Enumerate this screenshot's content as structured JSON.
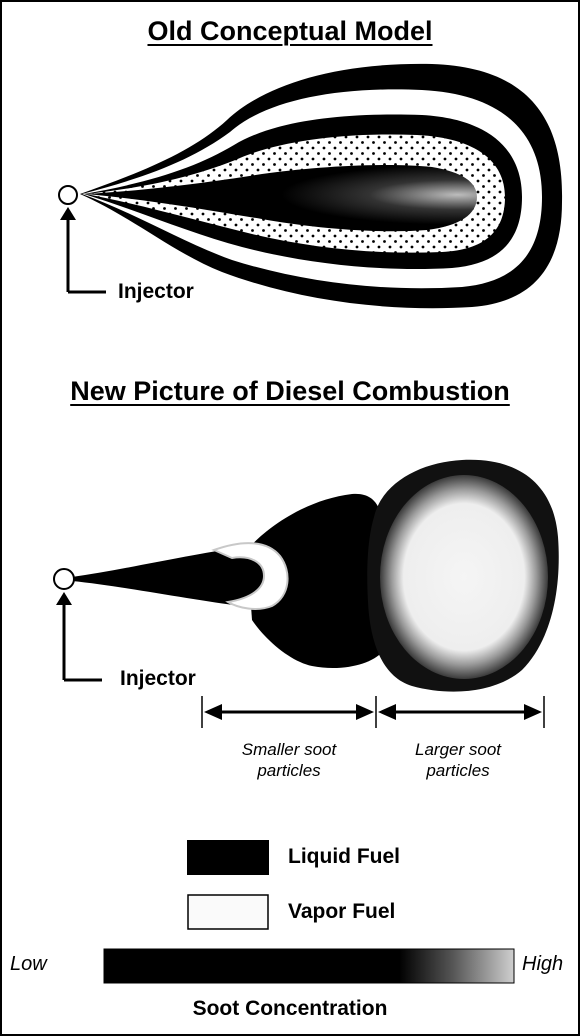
{
  "titles": {
    "old_model": "Old Conceptual Model",
    "new_model": "New Picture of Diesel Combustion"
  },
  "labels": {
    "injector_top": "Injector",
    "injector_bottom": "Injector",
    "smaller_soot": "Smaller soot particles",
    "larger_soot": "Larger soot particles"
  },
  "legend": {
    "liquid_fuel": "Liquid Fuel",
    "vapor_fuel": "Vapor Fuel",
    "scale_low": "Low",
    "scale_high": "High",
    "scale_title": "Soot Concentration"
  },
  "colors": {
    "liquid": "#000000",
    "vapor": "#ffffff",
    "soot_low": "#000000",
    "soot_high": "#cfcfcf"
  }
}
